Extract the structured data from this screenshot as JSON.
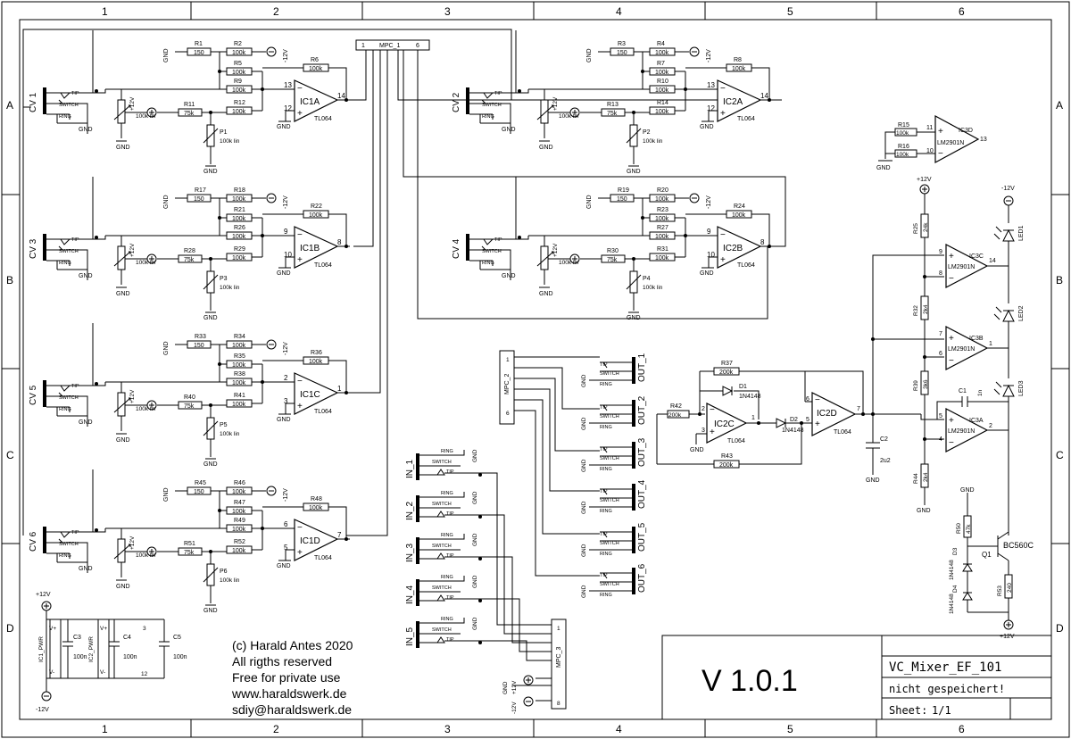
{
  "frame": {
    "col_labels": [
      "1",
      "2",
      "3",
      "4",
      "5",
      "6"
    ],
    "row_labels": [
      "A",
      "B",
      "C",
      "D"
    ]
  },
  "channels": [
    {
      "jack": "CV 1",
      "tip": "TIP",
      "sw": "SWITCH",
      "ring": "RING",
      "gnd": "GND",
      "r_in": "R1",
      "r_in_v": "150",
      "r_bias": "R2",
      "r_bias_v": "100k",
      "r_a": "R5",
      "r_a_v": "100k",
      "r_fb": "R6",
      "r_fb_v": "100k",
      "r_b": "R9",
      "r_b_v": "100k",
      "r_c": "R11",
      "r_c_v": "75k",
      "r_d": "R12",
      "r_d_v": "100k",
      "pot": "P1",
      "pot_v": "100k lin",
      "op": "IC1A",
      "op_t": "TL064",
      "pin_m": "13",
      "pin_p": "12",
      "pin_o": "14",
      "neg": "-12V",
      "pv": "+12V"
    },
    {
      "jack": "CV 3",
      "tip": "TIP",
      "sw": "SWITCH",
      "ring": "RING",
      "gnd": "GND",
      "r_in": "R17",
      "r_in_v": "150",
      "r_bias": "R18",
      "r_bias_v": "100k",
      "r_a": "R21",
      "r_a_v": "100k",
      "r_fb": "R22",
      "r_fb_v": "100k",
      "r_b": "R26",
      "r_b_v": "100k",
      "r_c": "R28",
      "r_c_v": "75k",
      "r_d": "R29",
      "r_d_v": "100k",
      "pot": "P3",
      "pot_v": "100k lin",
      "op": "IC1B",
      "op_t": "TL064",
      "pin_m": "9",
      "pin_p": "10",
      "pin_o": "8",
      "neg": "-12V",
      "pv": "+12V"
    },
    {
      "jack": "CV 5",
      "tip": "TIP",
      "sw": "SWITCH",
      "ring": "RING",
      "gnd": "GND",
      "r_in": "R33",
      "r_in_v": "150",
      "r_bias": "R34",
      "r_bias_v": "100k",
      "r_a": "R35",
      "r_a_v": "100k",
      "r_fb": "R36",
      "r_fb_v": "100k",
      "r_b": "R38",
      "r_b_v": "100k",
      "r_c": "R40",
      "r_c_v": "75k",
      "r_d": "R41",
      "r_d_v": "100k",
      "pot": "P5",
      "pot_v": "100k lin",
      "op": "IC1C",
      "op_t": "TL064",
      "pin_m": "2",
      "pin_p": "3",
      "pin_o": "1",
      "neg": "-12V",
      "pv": "+12V"
    },
    {
      "jack": "CV 6",
      "tip": "TIP",
      "sw": "SWITCH",
      "ring": "RING",
      "gnd": "GND",
      "r_in": "R45",
      "r_in_v": "150",
      "r_bias": "R46",
      "r_bias_v": "100k",
      "r_a": "R47",
      "r_a_v": "100k",
      "r_fb": "R48",
      "r_fb_v": "100k",
      "r_b": "R49",
      "r_b_v": "100k",
      "r_c": "R51",
      "r_c_v": "75k",
      "r_d": "R52",
      "r_d_v": "100k",
      "pot": "P6",
      "pot_v": "100k lin",
      "op": "IC1D",
      "op_t": "TL064",
      "pin_m": "6",
      "pin_p": "5",
      "pin_o": "7",
      "neg": "-12V",
      "pv": "+12V"
    },
    {
      "jack": "CV 2",
      "tip": "TIP",
      "sw": "SWITCH",
      "ring": "RING",
      "gnd": "GND",
      "r_in": "R3",
      "r_in_v": "150",
      "r_bias": "R4",
      "r_bias_v": "100k",
      "r_a": "R7",
      "r_a_v": "100k",
      "r_fb": "R8",
      "r_fb_v": "100k",
      "r_b": "R10",
      "r_b_v": "100k",
      "r_c": "R13",
      "r_c_v": "75k",
      "r_d": "R14",
      "r_d_v": "100k",
      "pot": "P2",
      "pot_v": "100k lin",
      "op": "IC2A",
      "op_t": "TL064",
      "pin_m": "13",
      "pin_p": "12",
      "pin_o": "14",
      "neg": "-12V",
      "pv": "+12V"
    },
    {
      "jack": "CV 4",
      "tip": "TIP",
      "sw": "SWITCH",
      "ring": "RING",
      "gnd": "GND",
      "r_in": "R19",
      "r_in_v": "150",
      "r_bias": "R20",
      "r_bias_v": "100k",
      "r_a": "R23",
      "r_a_v": "100k",
      "r_fb": "R24",
      "r_fb_v": "100k",
      "r_b": "R27",
      "r_b_v": "100k",
      "r_c": "R30",
      "r_c_v": "75k",
      "r_d": "R31",
      "r_d_v": "100k",
      "pot": "P4",
      "pot_v": "100k lin",
      "op": "IC2B",
      "op_t": "TL064",
      "pin_m": "9",
      "pin_p": "10",
      "pin_o": "8",
      "neg": "-12V",
      "pv": "+12V"
    }
  ],
  "mpc1": {
    "name": "MPC_1",
    "pin1": "1",
    "pin6": "6"
  },
  "mpc2": {
    "name": "MPC_2",
    "pin1": "1",
    "pin6": "6"
  },
  "mpc3": {
    "name": "MPC_3",
    "pin1": "1",
    "pin8": "8"
  },
  "outs": [
    "OUT_1",
    "OUT_2",
    "OUT_3",
    "OUT_4",
    "OUT_5",
    "OUT_6"
  ],
  "ins": [
    "IN_1",
    "IN_2",
    "IN_3",
    "IN_4",
    "IN_5"
  ],
  "jack_lbl": {
    "tip": "TIP",
    "sw": "SWITCH",
    "ring": "RING",
    "gnd": "GND"
  },
  "mixer": {
    "r37": "R37",
    "r37_v": "200k",
    "r42": "R42",
    "r42_v": "200k",
    "r43": "R43",
    "r43_v": "200k",
    "d1": "D1",
    "d1_v": "1N4148",
    "d2": "D2",
    "d2_v": "1N4148",
    "ic2c": "IC2C",
    "ic2d": "IC2D",
    "tl": "TL064",
    "c2": "C2",
    "c2_v": "2u2",
    "p2": "2",
    "p3": "3",
    "p1": "1",
    "p6": "6",
    "p5": "5",
    "p7": "7"
  },
  "ic3d": {
    "name": "IC3D",
    "type": "LM2901N",
    "r15": "R15",
    "r15_v": "100k",
    "r16": "R16",
    "r16_v": "100k",
    "p11": "11",
    "p10": "10",
    "p13": "13"
  },
  "comparators": {
    "ic3c": "IC3C",
    "ic3b": "IC3B",
    "ic3a": "IC3A",
    "type": "LM2901N",
    "r25": "R25",
    "r25_v": "24k",
    "r32": "R32",
    "r32_v": "2k4",
    "r39": "R39",
    "r39_v": "3k6",
    "r44": "R44",
    "r44_v": "2k4",
    "c1": "C1",
    "c1_v": "1n",
    "led1": "LED1",
    "led2": "LED2",
    "led3": "LED3",
    "q1": "Q1",
    "q1_v": "BC560C",
    "r50": "R50",
    "r50_v": "47k",
    "r53": "R53",
    "r53_v": "240",
    "d3": "D3",
    "d4": "D4",
    "d_v": "1N4148",
    "p9": "9",
    "p8": "8",
    "p14": "14",
    "p7": "7",
    "p6": "6",
    "p1": "1",
    "p5": "5",
    "p4": "4",
    "p2": "2"
  },
  "power": {
    "plus": "+12V",
    "minus": "-12V",
    "v_plus": "V+",
    "v_minus": "V-",
    "ic1": "IC1_PWR",
    "ic2": "IC2_PWR",
    "c3": "C3",
    "c4": "C4",
    "c5": "C5",
    "c_v": "100n",
    "p3": "3",
    "p12": "12"
  },
  "copyright": [
    "(c) Harald Antes 2020",
    "All rigths reserved",
    "Free for private use",
    "www.haraldswerk.de",
    "sdiy@haraldswerk.de"
  ],
  "title_block": {
    "version": "V 1.0.1",
    "name": "VC_Mixer_EF_101",
    "status": "nicht gespeichert!",
    "sheet_label": "Sheet:",
    "sheet": "1/1"
  },
  "rails": {
    "gnd": "GND",
    "neg": "-12V",
    "pos": "+12V"
  }
}
